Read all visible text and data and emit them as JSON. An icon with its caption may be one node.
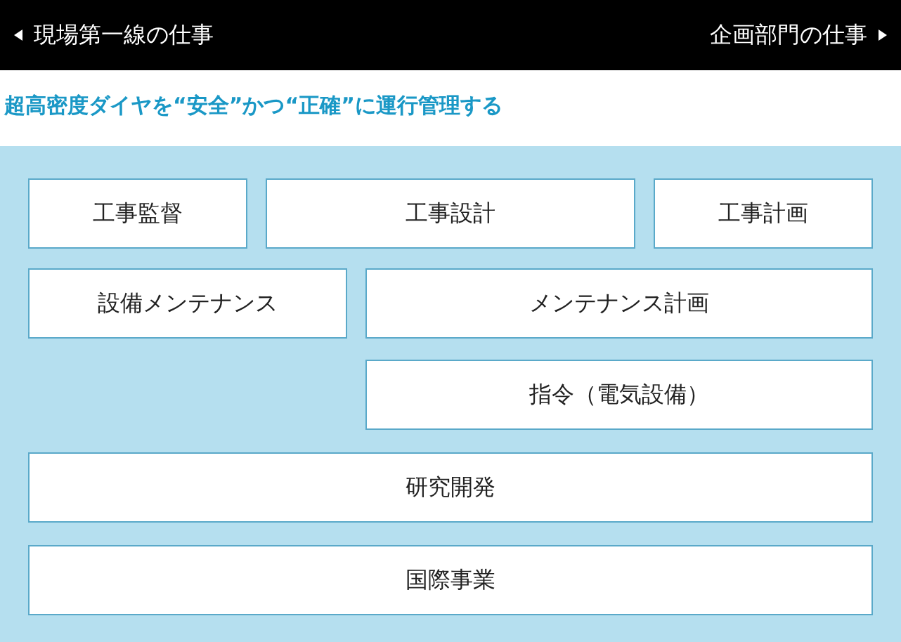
{
  "diagram": {
    "title": "超高密度ダイヤを“安全”かつ“正確”に運行管理する",
    "nodes": [
      {
        "text": [
          "工事監督"
        ]
      },
      {
        "text": [
          "工事設計"
        ]
      },
      {
        "text": [
          "工事計画"
        ]
      },
      {
        "text": [
          "設備メンテナンス"
        ]
      },
      {
        "text": [
          "メンテナンス計画"
        ]
      },
      {
        "text": [
          "指令（電気設備）"
        ]
      },
      {
        "text": [
          "研究開発"
        ]
      },
      {
        "text": [
          "国際事業"
        ]
      }
    ],
    "labels": [
      "現場第一線の仕事",
      "企画部門の仕事"
    ]
  }
}
